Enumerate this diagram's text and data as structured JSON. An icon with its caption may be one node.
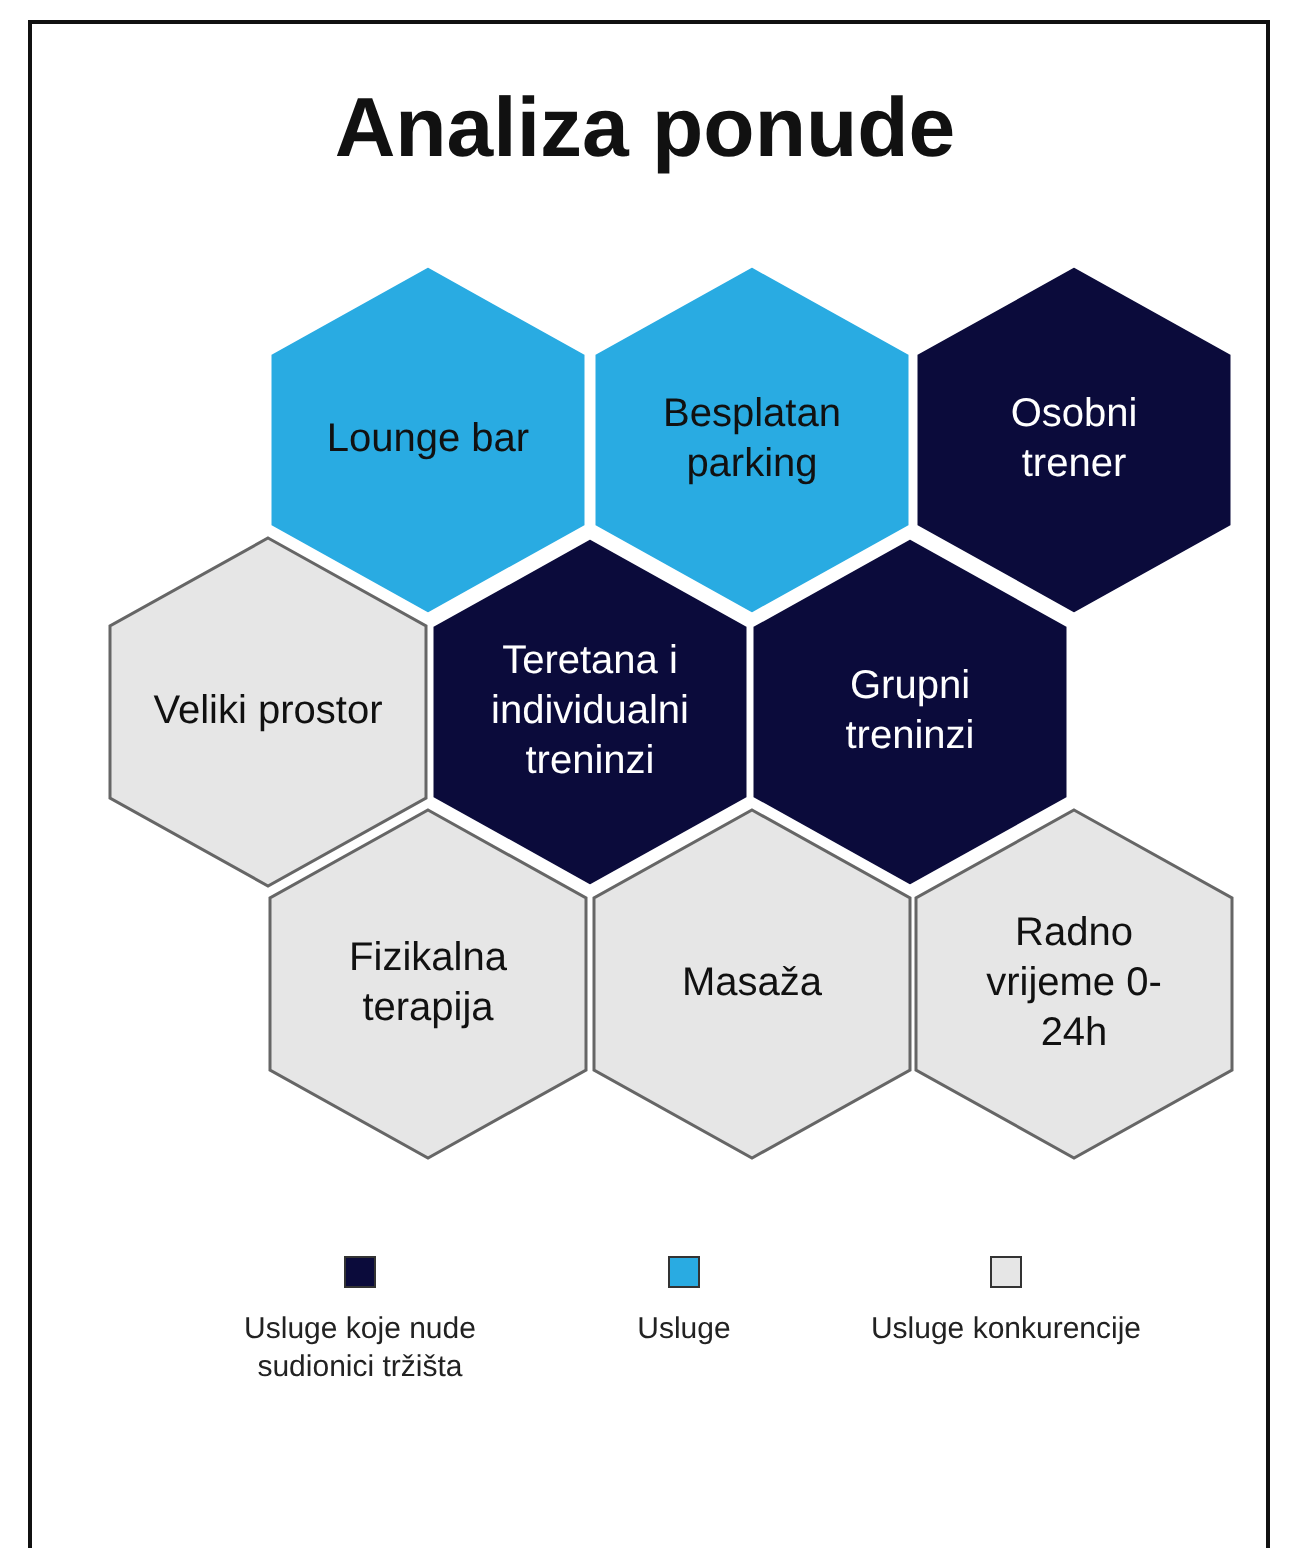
{
  "diagram": {
    "title": "Analiza ponude",
    "nodes": [
      {
        "text": [
          "Lounge bar"
        ]
      },
      {
        "text": [
          "Besplatan parking"
        ]
      },
      {
        "text": [
          "Osobni trener"
        ]
      },
      {
        "text": [
          "Veliki prostor"
        ]
      },
      {
        "text": [
          "Teretana i individualni treninzi"
        ]
      },
      {
        "text": [
          "Grupni treninzi"
        ]
      },
      {
        "text": [
          "Fizikalna terapija"
        ]
      },
      {
        "text": [
          "Masaža"
        ]
      },
      {
        "text": [
          "Radno vrijeme 0-24h"
        ]
      }
    ],
    "legend": [
      {
        "text": "Usluge koje nude sudionici tržišta",
        "color": "#0b0b3b"
      },
      {
        "text": "Usluge",
        "color": "#29abe2"
      },
      {
        "text": "Usluge konkurencije",
        "color": "#e6e6e6"
      }
    ]
  }
}
